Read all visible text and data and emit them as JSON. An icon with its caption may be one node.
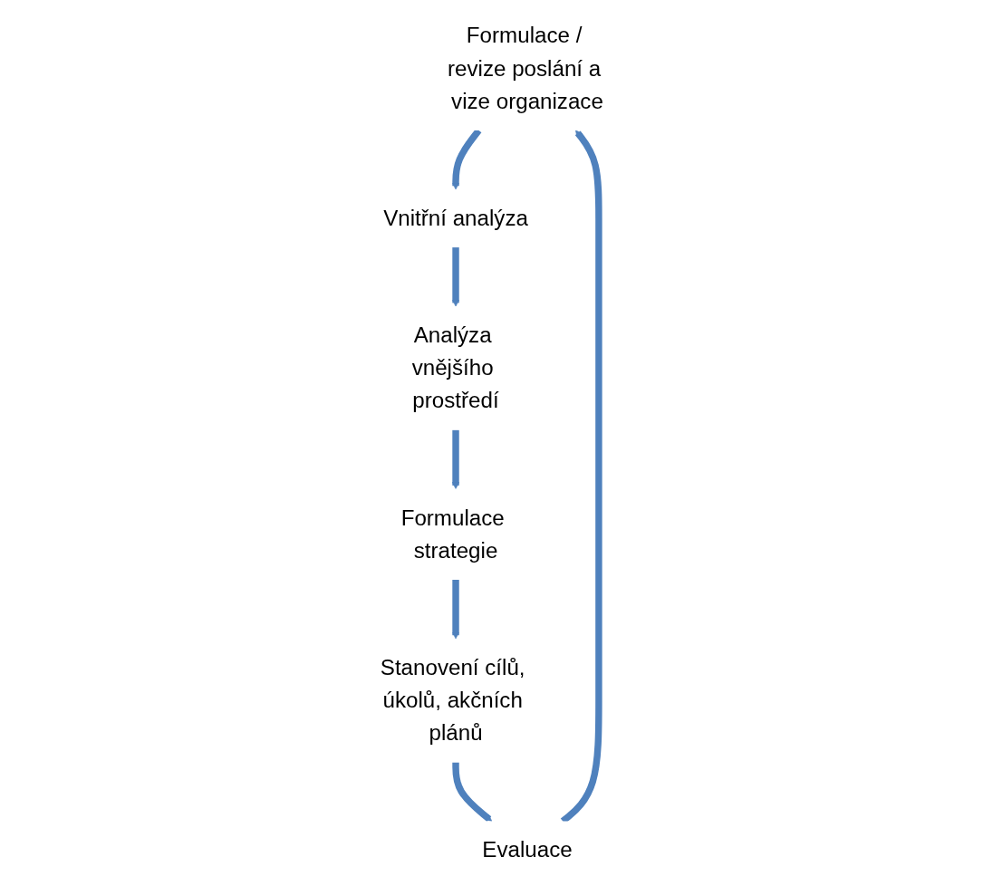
{
  "diagram": {
    "nodes": [
      {
        "text": [
          "Formulace / revize poslání a vize organizace"
        ]
      },
      {
        "text": [
          "Vnitřní analýza"
        ]
      },
      {
        "text": [
          "Analýza vnějšího prostředí"
        ]
      },
      {
        "text": [
          "Formulace strategie"
        ]
      },
      {
        "text": [
          "Stanovení cílů, úkolů, akčních plánů"
        ]
      },
      {
        "text": [
          "Evaluace"
        ]
      }
    ],
    "edges": [
      {
        "from": 0,
        "to": 1,
        "arrow": "to"
      },
      {
        "from": 1,
        "to": 2,
        "arrow": "to"
      },
      {
        "from": 2,
        "to": 3,
        "arrow": "to"
      },
      {
        "from": 3,
        "to": 4,
        "arrow": "to"
      },
      {
        "from": 4,
        "to": 5,
        "arrow": "to"
      },
      {
        "from": 5,
        "to": 0,
        "arrow": "to"
      }
    ]
  }
}
